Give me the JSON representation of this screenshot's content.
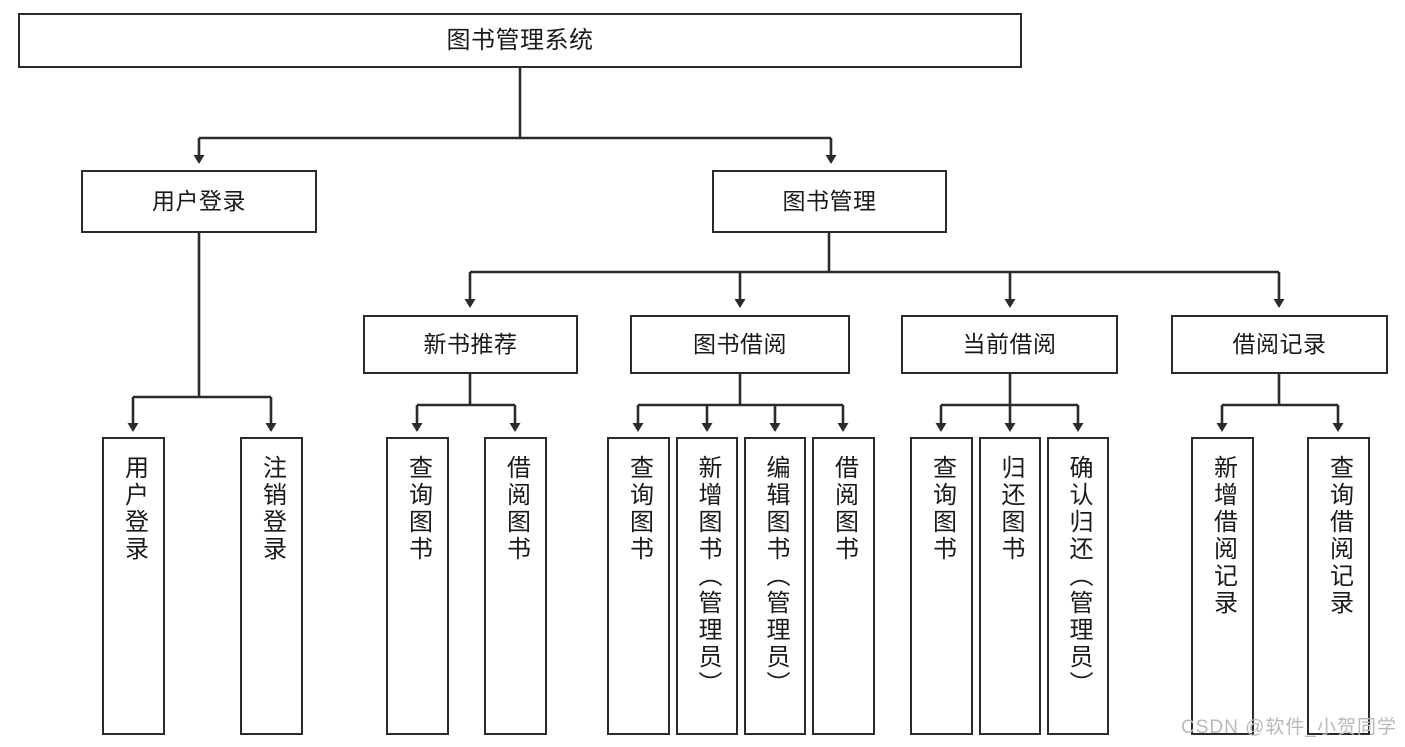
{
  "diagram": {
    "title": "图书管理系统",
    "type": "tree",
    "stroke_color": "#2b2b2b",
    "fill_color": "#ffffff",
    "text_color": "#1a1a1a"
  },
  "root": {
    "label": "图书管理系统"
  },
  "level2": [
    {
      "label": "用户登录"
    },
    {
      "label": "图书管理"
    }
  ],
  "level3": [
    {
      "label": "新书推荐"
    },
    {
      "label": "图书借阅"
    },
    {
      "label": "当前借阅"
    },
    {
      "label": "借阅记录"
    }
  ],
  "leaves": {
    "user_login": [
      {
        "label": "用户登录"
      },
      {
        "label": "注销登录"
      }
    ],
    "new_book_recommend": [
      {
        "label": "查询图书"
      },
      {
        "label": "借阅图书"
      }
    ],
    "book_borrow": [
      {
        "label": "查询图书"
      },
      {
        "label": "新增图书（管理员）"
      },
      {
        "label": "编辑图书（管理员）"
      },
      {
        "label": "借阅图书"
      }
    ],
    "current_borrow": [
      {
        "label": "查询图书"
      },
      {
        "label": "归还图书"
      },
      {
        "label": "确认归还（管理员）"
      }
    ],
    "borrow_record": [
      {
        "label": "新增借阅记录"
      },
      {
        "label": "查询借阅记录"
      }
    ]
  },
  "watermark": {
    "text": "CSDN @软件_小贺同学"
  }
}
